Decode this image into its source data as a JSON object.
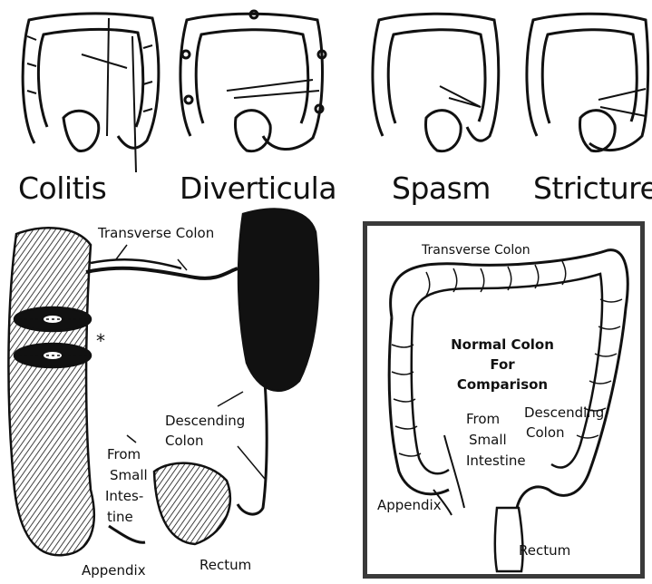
{
  "captions": {
    "colitis": "Colitis",
    "diverticula": "Diverticula",
    "spasm": "Spasm",
    "stricture": "Stricture"
  },
  "left_figure": {
    "transverse": "Transverse Colon",
    "asterisk": "*",
    "descending_1": "Descending",
    "descending_2": "Colon",
    "from_1": "From",
    "from_2": "Small",
    "from_3": "Intes-",
    "from_4": "tine",
    "appendix": "Appendix",
    "rectum": "Rectum"
  },
  "right_figure": {
    "transverse": "Transverse Colon",
    "title_1": "Normal Colon",
    "title_2": "For",
    "title_3": "Comparison",
    "descending_1": "Descending",
    "descending_2": "Colon",
    "from_1": "From",
    "from_2": "Small",
    "from_3": "Intestine",
    "appendix": "Appendix",
    "rectum": "Rectum"
  },
  "colors": {
    "ink": "#111111",
    "frame": "#3a3a3a",
    "background": "#ffffff"
  }
}
